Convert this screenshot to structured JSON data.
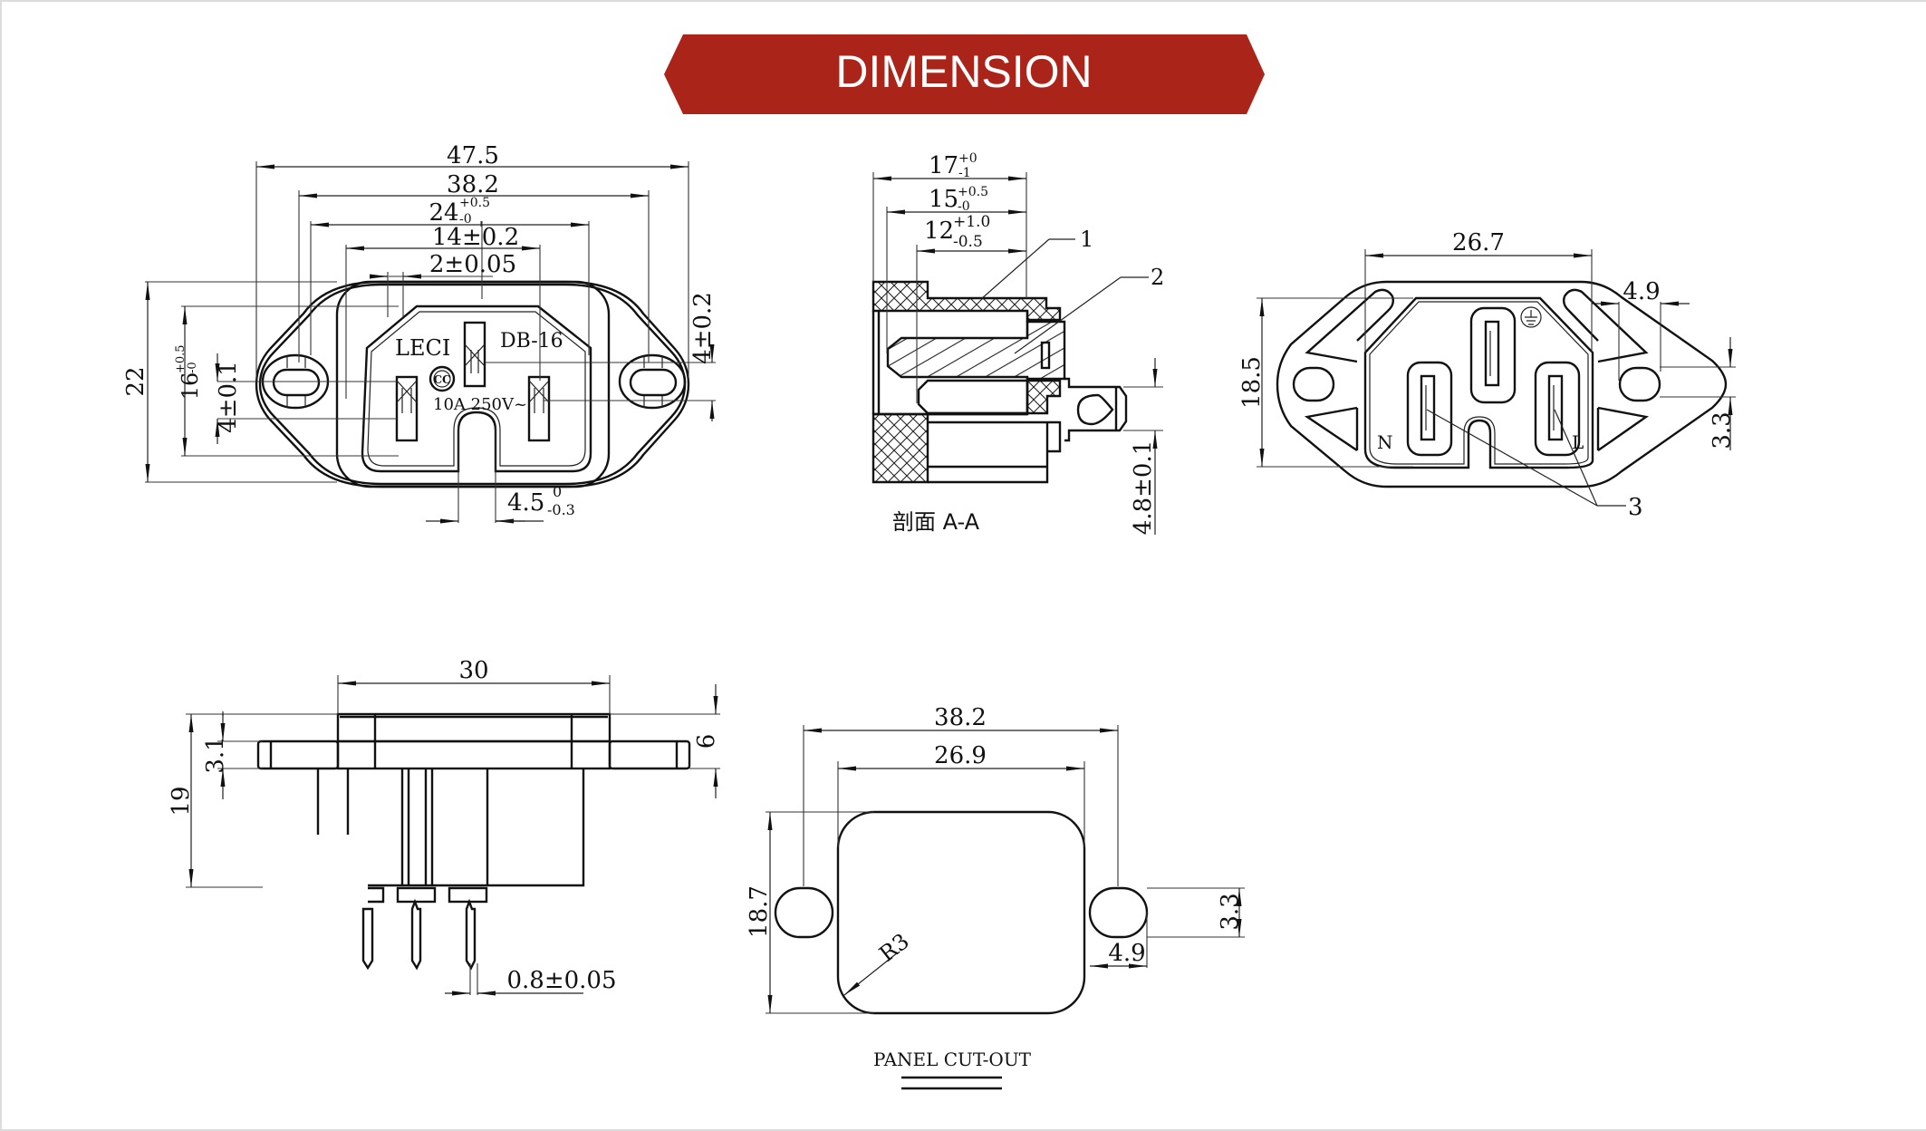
{
  "banner": {
    "title": "DIMENSION",
    "color": "#ab2419"
  },
  "front_view": {
    "brand": "LECI",
    "model": "DB-16",
    "rating": "10A 250V~",
    "cert_mark": "ccc-mark",
    "dims": {
      "overall_width": "47.5",
      "hole_pitch": "38.2",
      "body_width": {
        "base": "24",
        "upper": "+0.5",
        "lower": "-0"
      },
      "pin_spacing": "14±0.2",
      "earth_pin_width": "2±0.05",
      "overall_height": "22",
      "inner_height": {
        "base": "16",
        "upper": "+0.5",
        "lower": "-0"
      },
      "pin_width_left": "4±0.1",
      "pin_width_right": "4±0.2",
      "slot_width": {
        "base": "4.5",
        "upper": "0",
        "lower": "-0.3"
      }
    }
  },
  "section_view": {
    "caption": "剖面 A-A",
    "callouts": [
      "1",
      "2"
    ],
    "dims": {
      "total_depth": {
        "base": "17",
        "upper": "+0",
        "lower": "-1"
      },
      "mid_depth": {
        "base": "15",
        "upper": "+0.5",
        "lower": "-0"
      },
      "inner_depth": {
        "base": "12",
        "upper": "+1.0",
        "lower": "-0.5"
      },
      "terminal_width": "4.8±0.1"
    }
  },
  "rear_view": {
    "labels": {
      "neutral": "N",
      "live": "L"
    },
    "earth_symbol": "earth-ground-icon",
    "callout": "3",
    "dims": {
      "body_width": "26.7",
      "body_height": "18.5",
      "hole_width": "4.9",
      "hole_height": "3.3"
    }
  },
  "side_view": {
    "dims": {
      "body_width": "30",
      "overall_height": "19",
      "flange_thickness": "3.1",
      "front_height": "6",
      "pin_thickness": "0.8±0.05"
    }
  },
  "panel_cutout": {
    "caption": "PANEL CUT-OUT",
    "dims": {
      "hole_pitch": "38.2",
      "cutout_width": "26.9",
      "cutout_height": "18.7",
      "corner_radius": "R3",
      "hole_width": "4.9",
      "hole_height": "3.3"
    }
  }
}
